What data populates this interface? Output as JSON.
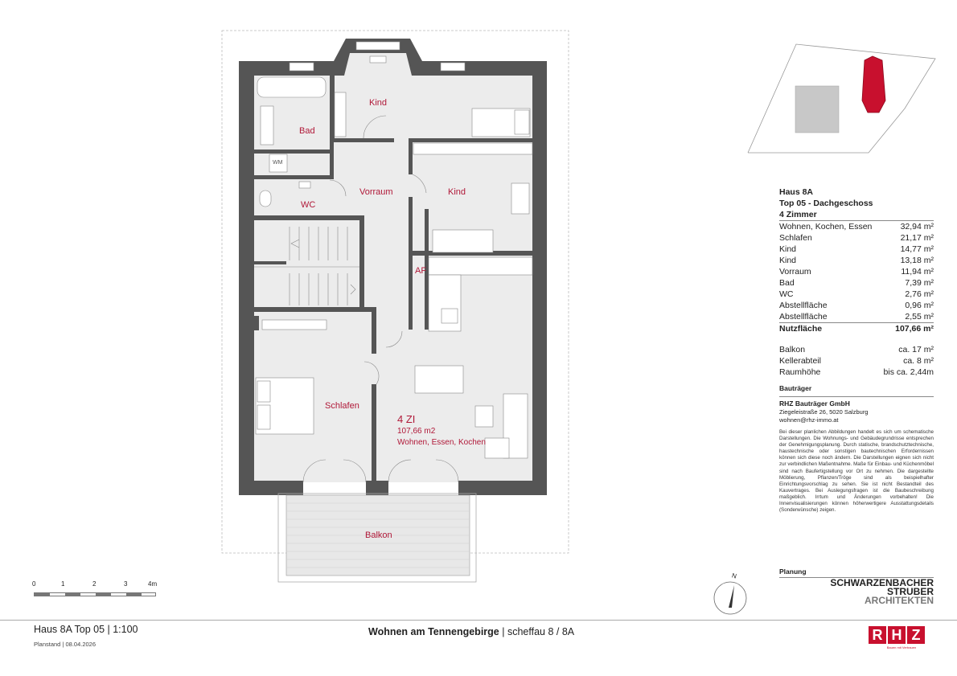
{
  "plan": {
    "rooms": {
      "kind1": "Kind",
      "bad": "Bad",
      "wm": "WM",
      "vorraum": "Vorraum",
      "kind2": "Kind",
      "wc": "WC",
      "af": "AF",
      "schlafen": "Schlafen",
      "balkon": "Balkon"
    },
    "zi": "4 ZI",
    "area": "107,66 m2",
    "living": "Wohnen, Essen, Kochen"
  },
  "info": {
    "title1": "Haus 8A",
    "title2": "Top 05 - Dachgeschoss",
    "title3": "4 Zimmer",
    "areas": [
      {
        "label": "Wohnen, Kochen, Essen",
        "value": "32,94 m²"
      },
      {
        "label": "Schlafen",
        "value": "21,17 m²"
      },
      {
        "label": "Kind",
        "value": "14,77 m²"
      },
      {
        "label": "Kind",
        "value": "13,18 m²"
      },
      {
        "label": "Vorraum",
        "value": "11,94 m²"
      },
      {
        "label": "Bad",
        "value": "7,39 m²"
      },
      {
        "label": "WC",
        "value": "2,76 m²"
      },
      {
        "label": "Abstellfläche",
        "value": "0,96 m²"
      },
      {
        "label": "Abstellfläche",
        "value": "2,55 m²"
      }
    ],
    "total_label": "Nutzfläche",
    "total_value": "107,66 m²",
    "extras": [
      {
        "label": "Balkon",
        "value": "ca. 17 m²"
      },
      {
        "label": "Kellerabteil",
        "value": "ca. 8 m²"
      },
      {
        "label": "Raumhöhe",
        "value": "bis ca. 2,44m"
      }
    ],
    "bautraeger_heading": "Bauträger",
    "company": "RHZ Bauträger GmbH",
    "address": "Ziegeleistraße 26, 5020 Salzburg",
    "email": "wohnen@rhz-immo.at",
    "disclaimer": "Bei dieser planlichen Abbildungen handelt es sich um schematische Darstellungen. Die Wohnungs- und Gebäudegrundrisse entsprechen der Genehmigungsplanung. Durch statische, brandschutztechnische, haustechnische oder sonstigen bautechnischen Erfordernissen können sich diese noch ändern. Die Darstellungen eignen sich nicht zur verbindlichen Maßentnahme. Maße für Einbau- und Küchenmöbel sind nach Baufertigstellung vor Ort zu nehmen. Die dargestellte Möblierung, Pflanzen/Tröge sind als beispielhafter Einrichtungsvorschlag zu sehen. Sie ist nicht Bestandteil des Kauvertrages. Bei Auslegungsfragen ist die Baubeschreibung maßgeblich. Irrtum und Änderungen vorbehalten! Die Innenvisualisierungen können höherwertigere Ausstattungsdetails (Sonderwünsche) zeigen.",
    "planung_heading": "Planung",
    "architect1": "SCHWARZENBACHER",
    "architect2": "STRUBER",
    "architect3": "ARCHITEKTEN"
  },
  "scale": {
    "ticks": [
      "0",
      "1",
      "2",
      "3",
      "4m"
    ]
  },
  "north": "N",
  "footer": {
    "title": "Haus 8A Top 05 | 1:100",
    "planstand": "Planstand | 08.04.2026",
    "project_bold": "Wohnen am Tennengebirge",
    "project_rest": " | scheffau 8 / 8A",
    "logo_letters": [
      "R",
      "H",
      "Z"
    ],
    "logo_tagline": "Bauen mit Vertrauen"
  },
  "colors": {
    "wall": "#555555",
    "accent": "#b01838",
    "brand": "#c8102e",
    "floor": "#ececec"
  }
}
